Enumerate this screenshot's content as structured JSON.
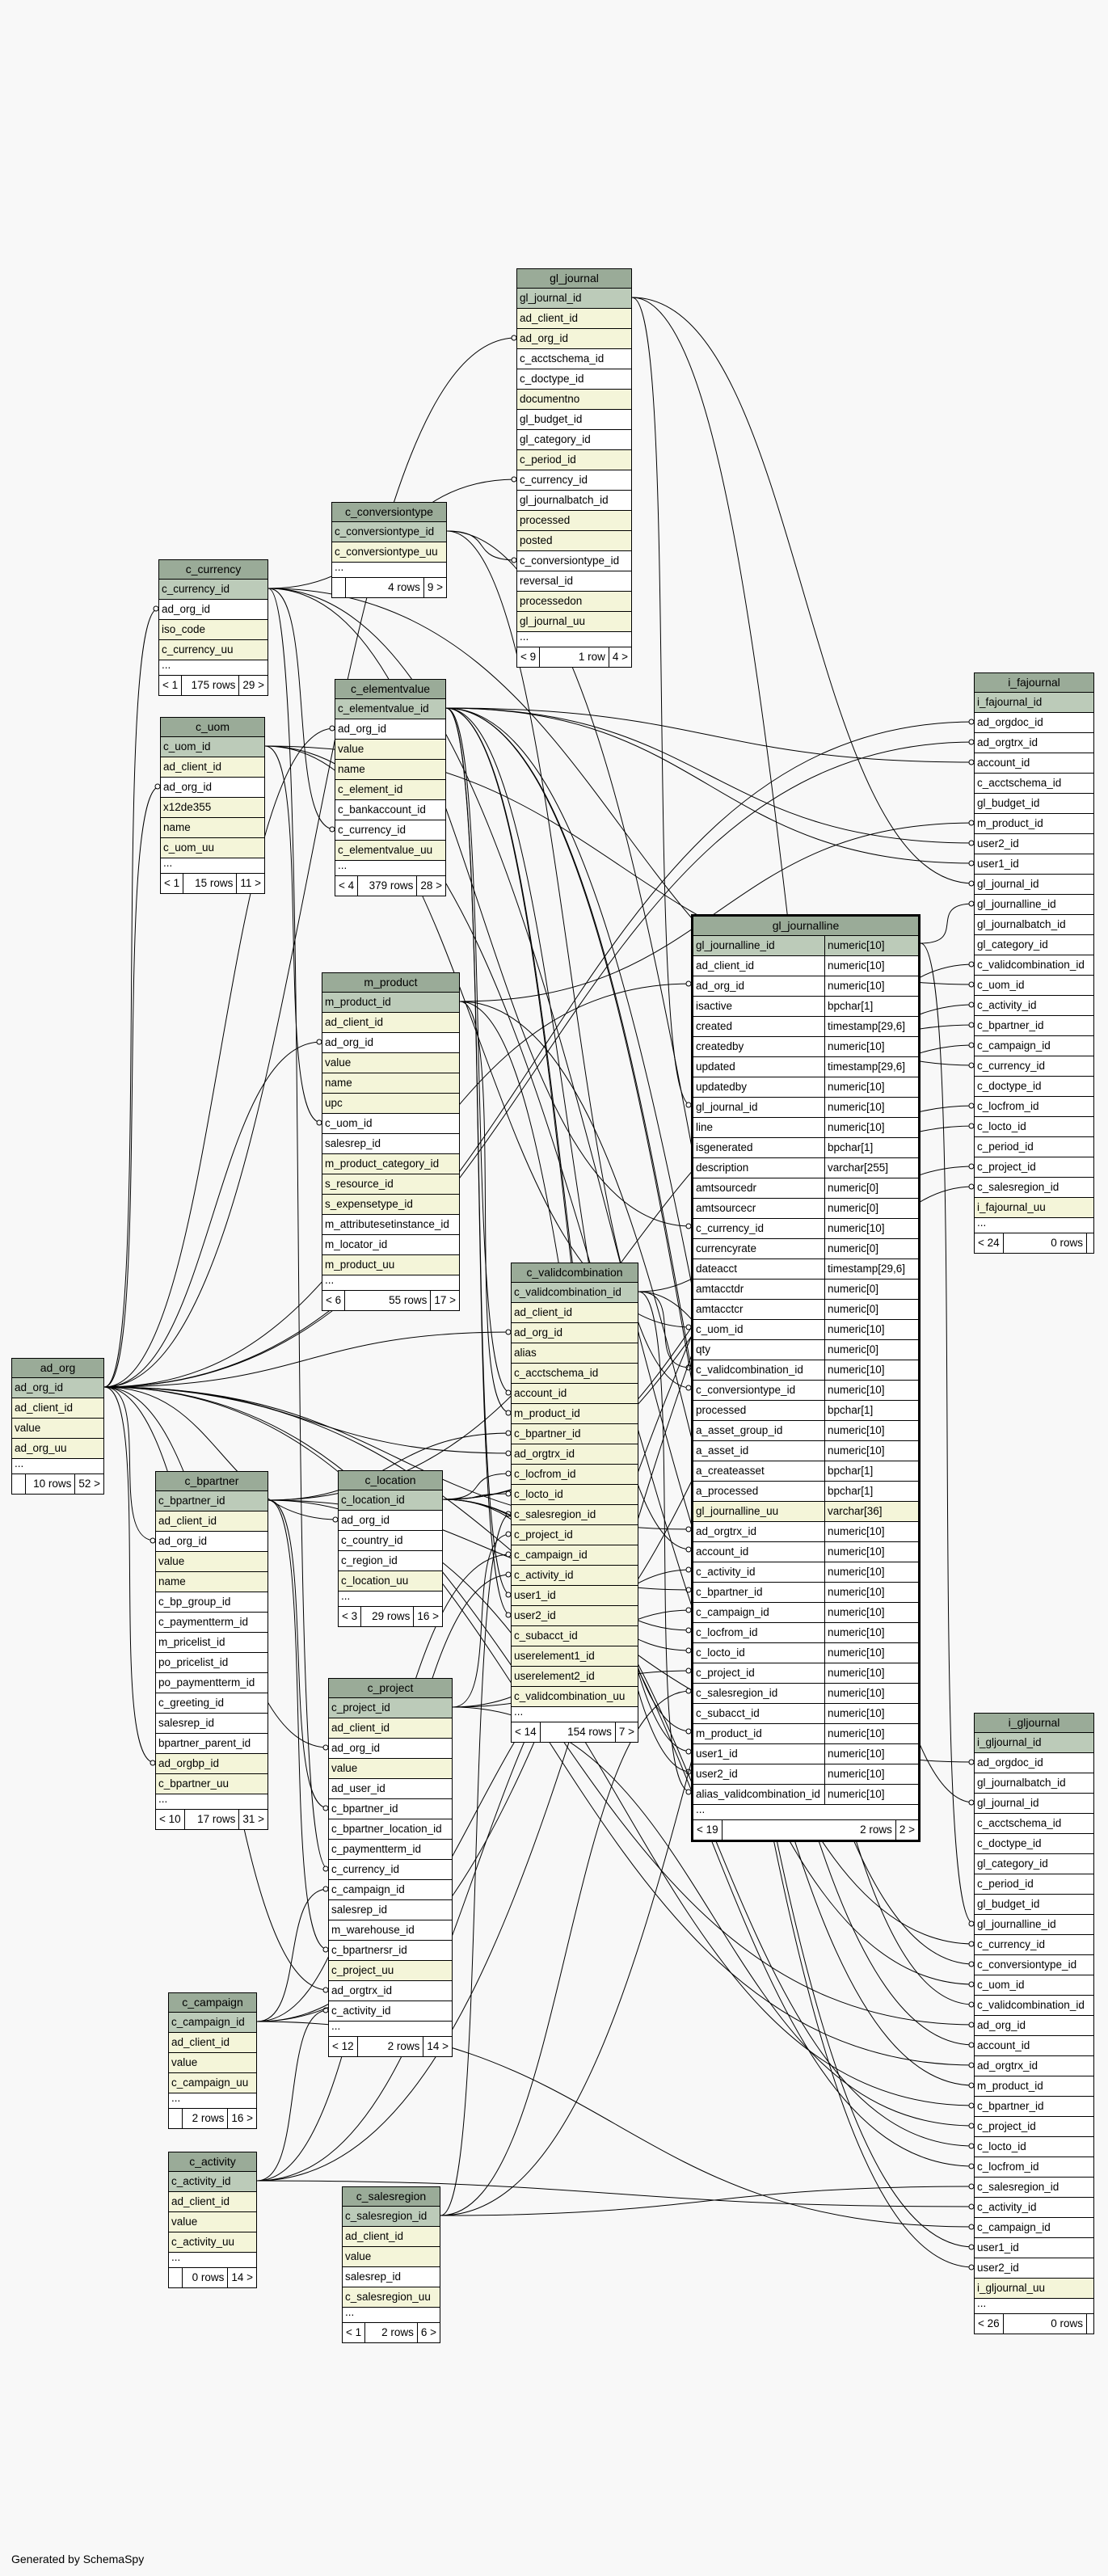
{
  "credit": "Generated by SchemaSpy",
  "tables": [
    {
      "id": "gl_journal",
      "title": "gl_journal",
      "cols": [
        {
          "name": "gl_journal_id",
          "k": "pk"
        },
        {
          "name": "ad_client_id",
          "k": "uk"
        },
        {
          "name": "ad_org_id",
          "k": "uk"
        },
        {
          "name": "c_acctschema_id"
        },
        {
          "name": "c_doctype_id"
        },
        {
          "name": "documentno",
          "k": "uk"
        },
        {
          "name": "gl_budget_id"
        },
        {
          "name": "gl_category_id"
        },
        {
          "name": "c_period_id",
          "k": "uk"
        },
        {
          "name": "c_currency_id"
        },
        {
          "name": "gl_journalbatch_id"
        },
        {
          "name": "processed",
          "k": "uk"
        },
        {
          "name": "posted",
          "k": "uk"
        },
        {
          "name": "c_conversiontype_id"
        },
        {
          "name": "reversal_id"
        },
        {
          "name": "processedon",
          "k": "uk"
        },
        {
          "name": "gl_journal_uu",
          "k": "uk"
        }
      ],
      "foot": [
        "< 9",
        "1 row",
        "4 >"
      ]
    },
    {
      "id": "c_conversiontype",
      "title": "c_conversiontype",
      "cols": [
        {
          "name": "c_conversiontype_id",
          "k": "pk"
        },
        {
          "name": "c_conversiontype_uu",
          "k": "uk"
        }
      ],
      "foot": [
        "",
        "4 rows",
        "9 >"
      ]
    },
    {
      "id": "c_currency",
      "title": "c_currency",
      "cols": [
        {
          "name": "c_currency_id",
          "k": "pk"
        },
        {
          "name": "ad_org_id"
        },
        {
          "name": "iso_code",
          "k": "uk"
        },
        {
          "name": "c_currency_uu",
          "k": "uk"
        }
      ],
      "foot": [
        "< 1",
        "175 rows",
        "29 >"
      ]
    },
    {
      "id": "c_uom",
      "title": "c_uom",
      "cols": [
        {
          "name": "c_uom_id",
          "k": "pk"
        },
        {
          "name": "ad_client_id",
          "k": "uk"
        },
        {
          "name": "ad_org_id"
        },
        {
          "name": "x12de355",
          "k": "uk"
        },
        {
          "name": "name",
          "k": "uk"
        },
        {
          "name": "c_uom_uu",
          "k": "uk"
        }
      ],
      "foot": [
        "< 1",
        "15 rows",
        "11 >"
      ]
    },
    {
      "id": "c_elementvalue",
      "title": "c_elementvalue",
      "cols": [
        {
          "name": "c_elementvalue_id",
          "k": "pk"
        },
        {
          "name": "ad_org_id"
        },
        {
          "name": "value",
          "k": "uk"
        },
        {
          "name": "name",
          "k": "uk"
        },
        {
          "name": "c_element_id",
          "k": "uk"
        },
        {
          "name": "c_bankaccount_id"
        },
        {
          "name": "c_currency_id"
        },
        {
          "name": "c_elementvalue_uu",
          "k": "uk"
        }
      ],
      "foot": [
        "< 4",
        "379 rows",
        "28 >"
      ]
    },
    {
      "id": "m_product",
      "title": "m_product",
      "cols": [
        {
          "name": "m_product_id",
          "k": "pk"
        },
        {
          "name": "ad_client_id",
          "k": "uk"
        },
        {
          "name": "ad_org_id"
        },
        {
          "name": "value",
          "k": "uk"
        },
        {
          "name": "name",
          "k": "uk"
        },
        {
          "name": "upc",
          "k": "uk"
        },
        {
          "name": "c_uom_id"
        },
        {
          "name": "salesrep_id"
        },
        {
          "name": "m_product_category_id",
          "k": "uk"
        },
        {
          "name": "s_resource_id",
          "k": "uk"
        },
        {
          "name": "s_expensetype_id",
          "k": "uk"
        },
        {
          "name": "m_attributesetinstance_id"
        },
        {
          "name": "m_locator_id"
        },
        {
          "name": "m_product_uu",
          "k": "uk"
        }
      ],
      "foot": [
        "< 6",
        "55 rows",
        "17 >"
      ]
    },
    {
      "id": "c_validcombination",
      "title": "c_validcombination",
      "cols": [
        {
          "name": "c_validcombination_id",
          "k": "pk"
        },
        {
          "name": "ad_client_id",
          "k": "uk"
        },
        {
          "name": "ad_org_id",
          "k": "uk"
        },
        {
          "name": "alias",
          "k": "uk"
        },
        {
          "name": "c_acctschema_id",
          "k": "uk"
        },
        {
          "name": "account_id",
          "k": "uk"
        },
        {
          "name": "m_product_id",
          "k": "uk"
        },
        {
          "name": "c_bpartner_id",
          "k": "uk"
        },
        {
          "name": "ad_orgtrx_id",
          "k": "uk"
        },
        {
          "name": "c_locfrom_id",
          "k": "uk"
        },
        {
          "name": "c_locto_id",
          "k": "uk"
        },
        {
          "name": "c_salesregion_id",
          "k": "uk"
        },
        {
          "name": "c_project_id",
          "k": "uk"
        },
        {
          "name": "c_campaign_id",
          "k": "uk"
        },
        {
          "name": "c_activity_id",
          "k": "uk"
        },
        {
          "name": "user1_id",
          "k": "uk"
        },
        {
          "name": "user2_id",
          "k": "uk"
        },
        {
          "name": "c_subacct_id",
          "k": "uk"
        },
        {
          "name": "userelement1_id",
          "k": "uk"
        },
        {
          "name": "userelement2_id",
          "k": "uk"
        },
        {
          "name": "c_validcombination_uu",
          "k": "uk"
        }
      ],
      "foot": [
        "< 14",
        "154 rows",
        "7 >"
      ]
    },
    {
      "id": "ad_org",
      "title": "ad_org",
      "cols": [
        {
          "name": "ad_org_id",
          "k": "pk"
        },
        {
          "name": "ad_client_id",
          "k": "uk"
        },
        {
          "name": "value",
          "k": "uk"
        },
        {
          "name": "ad_org_uu",
          "k": "uk"
        }
      ],
      "foot": [
        "",
        "10 rows",
        "52 >"
      ]
    },
    {
      "id": "c_bpartner",
      "title": "c_bpartner",
      "cols": [
        {
          "name": "c_bpartner_id",
          "k": "pk"
        },
        {
          "name": "ad_client_id",
          "k": "uk"
        },
        {
          "name": "ad_org_id"
        },
        {
          "name": "value",
          "k": "uk"
        },
        {
          "name": "name",
          "k": "uk"
        },
        {
          "name": "c_bp_group_id"
        },
        {
          "name": "c_paymentterm_id"
        },
        {
          "name": "m_pricelist_id"
        },
        {
          "name": "po_pricelist_id"
        },
        {
          "name": "po_paymentterm_id"
        },
        {
          "name": "c_greeting_id"
        },
        {
          "name": "salesrep_id"
        },
        {
          "name": "bpartner_parent_id"
        },
        {
          "name": "ad_orgbp_id",
          "k": "uk"
        },
        {
          "name": "c_bpartner_uu",
          "k": "uk"
        }
      ],
      "foot": [
        "< 10",
        "17 rows",
        "31 >"
      ]
    },
    {
      "id": "c_location",
      "title": "c_location",
      "cols": [
        {
          "name": "c_location_id",
          "k": "pk"
        },
        {
          "name": "ad_org_id"
        },
        {
          "name": "c_country_id"
        },
        {
          "name": "c_region_id"
        },
        {
          "name": "c_location_uu",
          "k": "uk"
        }
      ],
      "foot": [
        "< 3",
        "29 rows",
        "16 >"
      ]
    },
    {
      "id": "c_project",
      "title": "c_project",
      "cols": [
        {
          "name": "c_project_id",
          "k": "pk"
        },
        {
          "name": "ad_client_id",
          "k": "uk"
        },
        {
          "name": "ad_org_id"
        },
        {
          "name": "value",
          "k": "uk"
        },
        {
          "name": "ad_user_id"
        },
        {
          "name": "c_bpartner_id"
        },
        {
          "name": "c_bpartner_location_id"
        },
        {
          "name": "c_paymentterm_id"
        },
        {
          "name": "c_currency_id"
        },
        {
          "name": "c_campaign_id"
        },
        {
          "name": "salesrep_id"
        },
        {
          "name": "m_warehouse_id"
        },
        {
          "name": "c_bpartnersr_id"
        },
        {
          "name": "c_project_uu",
          "k": "uk"
        },
        {
          "name": "ad_orgtrx_id"
        },
        {
          "name": "c_activity_id"
        }
      ],
      "foot": [
        "< 12",
        "2 rows",
        "14 >"
      ]
    },
    {
      "id": "c_campaign",
      "title": "c_campaign",
      "cols": [
        {
          "name": "c_campaign_id",
          "k": "pk"
        },
        {
          "name": "ad_client_id",
          "k": "uk"
        },
        {
          "name": "value",
          "k": "uk"
        },
        {
          "name": "c_campaign_uu",
          "k": "uk"
        }
      ],
      "foot": [
        "",
        "2 rows",
        "16 >"
      ]
    },
    {
      "id": "c_activity",
      "title": "c_activity",
      "cols": [
        {
          "name": "c_activity_id",
          "k": "pk"
        },
        {
          "name": "ad_client_id",
          "k": "uk"
        },
        {
          "name": "value",
          "k": "uk"
        },
        {
          "name": "c_activity_uu",
          "k": "uk"
        }
      ],
      "foot": [
        "",
        "0 rows",
        "14 >"
      ]
    },
    {
      "id": "c_salesregion",
      "title": "c_salesregion",
      "cols": [
        {
          "name": "c_salesregion_id",
          "k": "pk"
        },
        {
          "name": "ad_client_id",
          "k": "uk"
        },
        {
          "name": "value",
          "k": "uk"
        },
        {
          "name": "salesrep_id"
        },
        {
          "name": "c_salesregion_uu",
          "k": "uk"
        }
      ],
      "foot": [
        "< 1",
        "2 rows",
        "6 >"
      ]
    },
    {
      "id": "i_fajournal",
      "title": "i_fajournal",
      "cols": [
        {
          "name": "i_fajournal_id",
          "k": "pk"
        },
        {
          "name": "ad_orgdoc_id"
        },
        {
          "name": "ad_orgtrx_id"
        },
        {
          "name": "account_id"
        },
        {
          "name": "c_acctschema_id"
        },
        {
          "name": "gl_budget_id"
        },
        {
          "name": "m_product_id"
        },
        {
          "name": "user2_id"
        },
        {
          "name": "user1_id"
        },
        {
          "name": "gl_journal_id"
        },
        {
          "name": "gl_journalline_id"
        },
        {
          "name": "gl_journalbatch_id"
        },
        {
          "name": "gl_category_id"
        },
        {
          "name": "c_validcombination_id"
        },
        {
          "name": "c_uom_id"
        },
        {
          "name": "c_activity_id"
        },
        {
          "name": "c_bpartner_id"
        },
        {
          "name": "c_campaign_id"
        },
        {
          "name": "c_currency_id"
        },
        {
          "name": "c_doctype_id"
        },
        {
          "name": "c_locfrom_id"
        },
        {
          "name": "c_locto_id"
        },
        {
          "name": "c_period_id"
        },
        {
          "name": "c_project_id"
        },
        {
          "name": "c_salesregion_id"
        },
        {
          "name": "i_fajournal_uu",
          "k": "uk"
        }
      ],
      "foot": [
        "< 24",
        "0 rows",
        ""
      ]
    },
    {
      "id": "i_gljournal",
      "title": "i_gljournal",
      "cols": [
        {
          "name": "i_gljournal_id",
          "k": "pk"
        },
        {
          "name": "ad_orgdoc_id"
        },
        {
          "name": "gl_journalbatch_id"
        },
        {
          "name": "gl_journal_id"
        },
        {
          "name": "c_acctschema_id"
        },
        {
          "name": "c_doctype_id"
        },
        {
          "name": "gl_category_id"
        },
        {
          "name": "c_period_id"
        },
        {
          "name": "gl_budget_id"
        },
        {
          "name": "gl_journalline_id"
        },
        {
          "name": "c_currency_id"
        },
        {
          "name": "c_conversiontype_id"
        },
        {
          "name": "c_uom_id"
        },
        {
          "name": "c_validcombination_id"
        },
        {
          "name": "ad_org_id"
        },
        {
          "name": "account_id"
        },
        {
          "name": "ad_orgtrx_id"
        },
        {
          "name": "m_product_id"
        },
        {
          "name": "c_bpartner_id"
        },
        {
          "name": "c_project_id"
        },
        {
          "name": "c_locto_id"
        },
        {
          "name": "c_locfrom_id"
        },
        {
          "name": "c_salesregion_id"
        },
        {
          "name": "c_activity_id"
        },
        {
          "name": "c_campaign_id"
        },
        {
          "name": "user1_id"
        },
        {
          "name": "user2_id"
        },
        {
          "name": "i_gljournal_uu",
          "k": "uk"
        }
      ],
      "foot": [
        "< 26",
        "0 rows",
        ""
      ]
    },
    {
      "id": "gl_journalline",
      "title": "gl_journalline",
      "main": true,
      "cols": [
        {
          "name": "gl_journalline_id",
          "type": "numeric[10]",
          "k": "pk"
        },
        {
          "name": "ad_client_id",
          "type": "numeric[10]"
        },
        {
          "name": "ad_org_id",
          "type": "numeric[10]"
        },
        {
          "name": "isactive",
          "type": "bpchar[1]"
        },
        {
          "name": "created",
          "type": "timestamp[29,6]"
        },
        {
          "name": "createdby",
          "type": "numeric[10]"
        },
        {
          "name": "updated",
          "type": "timestamp[29,6]"
        },
        {
          "name": "updatedby",
          "type": "numeric[10]"
        },
        {
          "name": "gl_journal_id",
          "type": "numeric[10]"
        },
        {
          "name": "line",
          "type": "numeric[10]"
        },
        {
          "name": "isgenerated",
          "type": "bpchar[1]"
        },
        {
          "name": "description",
          "type": "varchar[255]"
        },
        {
          "name": "amtsourcedr",
          "type": "numeric[0]"
        },
        {
          "name": "amtsourcecr",
          "type": "numeric[0]"
        },
        {
          "name": "c_currency_id",
          "type": "numeric[10]"
        },
        {
          "name": "currencyrate",
          "type": "numeric[0]"
        },
        {
          "name": "dateacct",
          "type": "timestamp[29,6]"
        },
        {
          "name": "amtacctdr",
          "type": "numeric[0]"
        },
        {
          "name": "amtacctcr",
          "type": "numeric[0]"
        },
        {
          "name": "c_uom_id",
          "type": "numeric[10]"
        },
        {
          "name": "qty",
          "type": "numeric[0]"
        },
        {
          "name": "c_validcombination_id",
          "type": "numeric[10]"
        },
        {
          "name": "c_conversiontype_id",
          "type": "numeric[10]"
        },
        {
          "name": "processed",
          "type": "bpchar[1]"
        },
        {
          "name": "a_asset_group_id",
          "type": "numeric[10]"
        },
        {
          "name": "a_asset_id",
          "type": "numeric[10]"
        },
        {
          "name": "a_createasset",
          "type": "bpchar[1]"
        },
        {
          "name": "a_processed",
          "type": "bpchar[1]"
        },
        {
          "name": "gl_journalline_uu",
          "type": "varchar[36]",
          "k": "uk"
        },
        {
          "name": "ad_orgtrx_id",
          "type": "numeric[10]"
        },
        {
          "name": "account_id",
          "type": "numeric[10]"
        },
        {
          "name": "c_activity_id",
          "type": "numeric[10]"
        },
        {
          "name": "c_bpartner_id",
          "type": "numeric[10]"
        },
        {
          "name": "c_campaign_id",
          "type": "numeric[10]"
        },
        {
          "name": "c_locfrom_id",
          "type": "numeric[10]"
        },
        {
          "name": "c_locto_id",
          "type": "numeric[10]"
        },
        {
          "name": "c_project_id",
          "type": "numeric[10]"
        },
        {
          "name": "c_salesregion_id",
          "type": "numeric[10]"
        },
        {
          "name": "c_subacct_id",
          "type": "numeric[10]"
        },
        {
          "name": "m_product_id",
          "type": "numeric[10]"
        },
        {
          "name": "user1_id",
          "type": "numeric[10]"
        },
        {
          "name": "user2_id",
          "type": "numeric[10]"
        },
        {
          "name": "alias_validcombination_id",
          "type": "numeric[10]"
        }
      ],
      "foot": [
        "< 19",
        "2 rows",
        "2 >"
      ]
    }
  ]
}
